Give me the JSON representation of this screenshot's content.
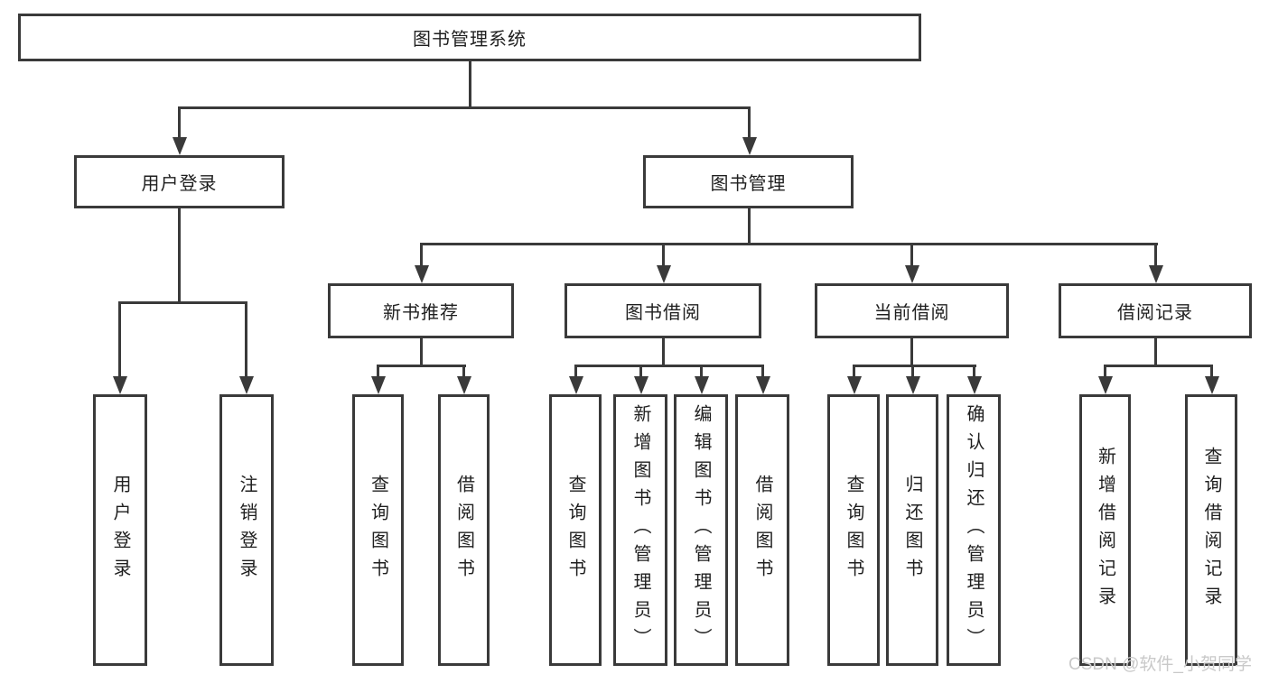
{
  "diagram": {
    "type": "hierarchy-tree",
    "title": "图书管理系统",
    "nodes": {
      "root": "图书管理系统",
      "user_login": "用户登录",
      "book_mgmt": "图书管理",
      "new_book_rec": "新书推荐",
      "book_borrow": "图书借阅",
      "current_borrow": "当前借阅",
      "borrow_records": "借阅记录",
      "leaf_user_login": "用户登录",
      "leaf_logout": "注销登录",
      "leaf_query_book_1": "查询图书",
      "leaf_borrow_book_1": "借阅图书",
      "leaf_query_book_2": "查询图书",
      "leaf_add_book_admin": "新增图书（管理员）",
      "leaf_edit_book_admin": "编辑图书（管理员）",
      "leaf_borrow_book_2": "借阅图书",
      "leaf_query_book_3": "查询图书",
      "leaf_return_book": "归还图书",
      "leaf_confirm_return_admin": "确认归还（管理员）",
      "leaf_add_borrow_record": "新增借阅记录",
      "leaf_query_borrow_record": "查询借阅记录"
    },
    "hierarchy": {
      "图书管理系统": {
        "用户登录": [
          "用户登录",
          "注销登录"
        ],
        "图书管理": {
          "新书推荐": [
            "查询图书",
            "借阅图书"
          ],
          "图书借阅": [
            "查询图书",
            "新增图书（管理员）",
            "编辑图书（管理员）",
            "借阅图书"
          ],
          "当前借阅": [
            "查询图书",
            "归还图书",
            "确认归还（管理员）"
          ],
          "借阅记录": [
            "新增借阅记录",
            "查询借阅记录"
          ]
        }
      }
    },
    "colors": {
      "line": "#3a3a3a",
      "text": "#1f1f1f",
      "background": "#ffffff",
      "watermark_text": "#c9c9c9"
    },
    "watermark": "CSDN @软件_小贺同学"
  }
}
